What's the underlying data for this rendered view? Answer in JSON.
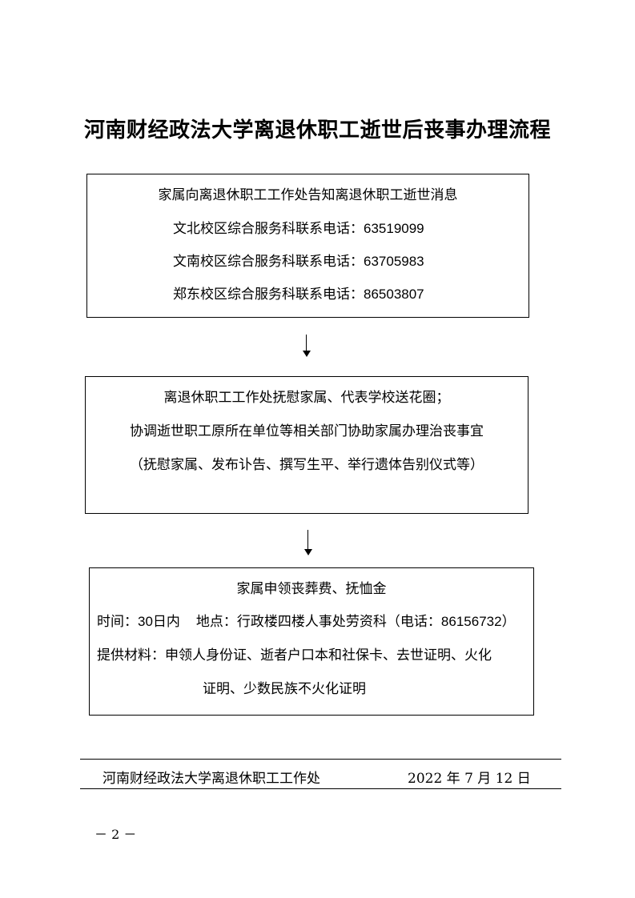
{
  "title": "河南财经政法大学离退休职工逝世后丧事办理流程",
  "step1": {
    "line1": "家属向离退休职工工作处告知离退休职工逝世消息",
    "line2_label": "文北校区综合服务科联系电话：",
    "line2_phone": "63519099",
    "line3_label": "文南校区综合服务科联系电话：",
    "line3_phone": "63705983",
    "line4_label": "郑东校区综合服务科联系电话：",
    "line4_phone": "86503807"
  },
  "step2": {
    "line1": "离退休职工工作处抚慰家属、代表学校送花圈；",
    "line2": "协调逝世职工原所在单位等相关部门协助家属办理治丧事宜",
    "line3": "（抚慰家属、发布讣告、撰写生平、举行遗体告别仪式等）"
  },
  "step3": {
    "line1": "家属申领丧葬费、抚恤金",
    "time_label": "时间：",
    "time_value": "30",
    "time_unit": "日内",
    "place_label": "地点：行政楼四楼人事处劳资科（电话：",
    "place_phone": "86156732",
    "place_close": "）",
    "materials_line1": "提供材料：申领人身份证、逝者户口本和社保卡、去世证明、火化",
    "materials_line2": "证明、少数民族不火化证明"
  },
  "footer": {
    "org": "河南财经政法大学离退休职工工作处",
    "date": "2022 年 7 月 12 日"
  },
  "page_number": "－ 2 －"
}
